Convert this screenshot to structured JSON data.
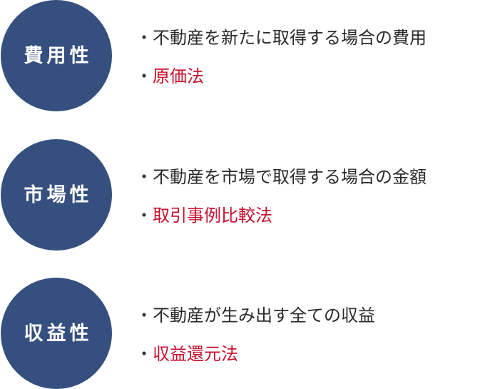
{
  "bullet": "・",
  "colors": {
    "circle": "#35507f",
    "circle_text": "#ffffff",
    "body_text": "#2b2b2b",
    "method_text": "#c8102e"
  },
  "rows": [
    {
      "label": "費用性",
      "description": "不動産を新たに取得する場合の費用",
      "method": "原価法"
    },
    {
      "label": "市場性",
      "description": "不動産を市場で取得する場合の金額",
      "method": "取引事例比較法"
    },
    {
      "label": "収益性",
      "description": "不動産が生み出す全ての収益",
      "method": "収益還元法"
    }
  ]
}
